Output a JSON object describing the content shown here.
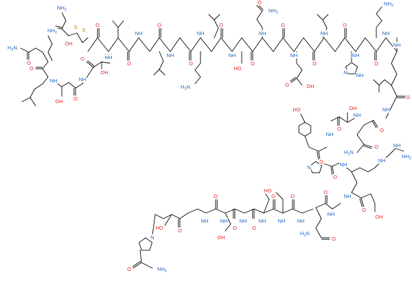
{
  "colors": {
    "bond": "#000000",
    "oxygen": "#e0262a",
    "nitrogen": "#1c64c8",
    "sulfur": "#b58a00",
    "carbon": "#000000"
  },
  "labels": [
    {
      "t": "NH",
      "c": "nitrogen"
    },
    {
      "t": "OH",
      "c": "oxygen"
    },
    {
      "t": "O",
      "c": "oxygen"
    },
    {
      "t": "NH",
      "c": "nitrogen"
    },
    {
      "t": "O",
      "c": "oxygen"
    },
    {
      "t": "S",
      "c": "sulfur"
    },
    {
      "t": "S",
      "c": "sulfur"
    },
    {
      "t": "OH",
      "c": "oxygen"
    },
    {
      "t": "O",
      "c": "oxygen"
    },
    {
      "t": "NH",
      "c": "nitrogen"
    },
    {
      "t": "O",
      "c": "oxygen"
    },
    {
      "t": "NH",
      "c": "nitrogen"
    },
    {
      "t": "O",
      "c": "oxygen"
    },
    {
      "t": "NH",
      "c": "nitrogen"
    },
    {
      "t": "O",
      "c": "oxygen"
    },
    {
      "t": "NH",
      "c": "nitrogen"
    },
    {
      "t": "O",
      "c": "oxygen"
    },
    {
      "t": "NH",
      "c": "nitrogen"
    },
    {
      "t": "O",
      "c": "oxygen"
    },
    {
      "t": "NH",
      "c": "nitrogen"
    },
    {
      "t": "O",
      "c": "oxygen"
    },
    {
      "t": "NH",
      "c": "nitrogen"
    },
    {
      "t": "O",
      "c": "oxygen"
    },
    {
      "t": "NH",
      "c": "nitrogen"
    },
    {
      "t": "O",
      "c": "oxygen"
    },
    {
      "t": "NH",
      "c": "nitrogen"
    },
    {
      "t": "O",
      "c": "oxygen"
    },
    {
      "t": "NH",
      "c": "nitrogen"
    },
    {
      "t": "O",
      "c": "oxygen"
    },
    {
      "t": "NH",
      "c": "nitrogen"
    },
    {
      "t": "O",
      "c": "oxygen"
    },
    {
      "t": "NH",
      "c": "nitrogen"
    },
    {
      "t": "O",
      "c": "oxygen"
    },
    {
      "t": "NH",
      "c": "nitrogen"
    },
    {
      "t": "O",
      "c": "oxygen"
    },
    {
      "t": "NH",
      "c": "nitrogen"
    },
    {
      "t": "O",
      "c": "oxygen"
    },
    {
      "t": "NH",
      "c": "nitrogen"
    },
    {
      "t": "O",
      "c": "oxygen"
    },
    {
      "t": "NH",
      "c": "nitrogen"
    },
    {
      "t": "O",
      "c": "oxygen"
    },
    {
      "t": "NH",
      "c": "nitrogen"
    },
    {
      "t": "O",
      "c": "oxygen"
    },
    {
      "t": "NH",
      "c": "nitrogen"
    },
    {
      "t": "O",
      "c": "oxygen"
    },
    {
      "t": "NH",
      "c": "nitrogen"
    },
    {
      "t": "O",
      "c": "oxygen"
    },
    {
      "t": "NH",
      "c": "nitrogen"
    },
    {
      "t": "O",
      "c": "oxygen"
    },
    {
      "t": "NH",
      "c": "nitrogen"
    },
    {
      "t": "O",
      "c": "oxygen"
    },
    {
      "t": "NH",
      "c": "nitrogen"
    },
    {
      "t": "O",
      "c": "oxygen"
    },
    {
      "t": "NH",
      "c": "nitrogen"
    },
    {
      "t": "O",
      "c": "oxygen"
    },
    {
      "t": "NH",
      "c": "nitrogen"
    },
    {
      "t": "O",
      "c": "oxygen"
    },
    {
      "t": "NH",
      "c": "nitrogen"
    },
    {
      "t": "O",
      "c": "oxygen"
    },
    {
      "t": "NH",
      "c": "nitrogen"
    },
    {
      "t": "O",
      "c": "oxygen"
    },
    {
      "t": "NH",
      "c": "nitrogen"
    },
    {
      "t": "O",
      "c": "oxygen"
    },
    {
      "t": "NH",
      "c": "nitrogen"
    },
    {
      "t": "O",
      "c": "oxygen"
    },
    {
      "t": "NH",
      "c": "nitrogen"
    },
    {
      "t": "O",
      "c": "oxygen"
    },
    {
      "t": "NH",
      "c": "nitrogen"
    },
    {
      "t": "O",
      "c": "oxygen"
    },
    {
      "t": "NH",
      "c": "nitrogen"
    },
    {
      "t": "O",
      "c": "oxygen"
    },
    {
      "t": "NH",
      "c": "nitrogen"
    },
    {
      "t": "O",
      "c": "oxygen"
    },
    {
      "t": "NH",
      "c": "nitrogen"
    },
    {
      "t": "O",
      "c": "oxygen"
    },
    {
      "t": "NH",
      "c": "nitrogen"
    },
    {
      "t": "O",
      "c": "oxygen"
    },
    {
      "t": "NH",
      "c": "nitrogen"
    },
    {
      "t": "O",
      "c": "oxygen"
    },
    {
      "t": "NH",
      "c": "nitrogen"
    },
    {
      "t": "O",
      "c": "oxygen"
    },
    {
      "t": "NH",
      "c": "nitrogen"
    },
    {
      "t": "O",
      "c": "oxygen"
    },
    {
      "t": "NH",
      "c": "nitrogen"
    },
    {
      "t": "O",
      "c": "oxygen"
    },
    {
      "t": "NH",
      "c": "nitrogen"
    },
    {
      "t": "O",
      "c": "oxygen"
    },
    {
      "t": "NH",
      "c": "nitrogen"
    },
    {
      "t": "O",
      "c": "oxygen"
    },
    {
      "t": "NH",
      "c": "nitrogen"
    },
    {
      "t": "O",
      "c": "oxygen"
    },
    {
      "t": "N",
      "c": "nitrogen"
    },
    {
      "t": "NH",
      "c": "nitrogen"
    },
    {
      "t": "NH",
      "c": "nitrogen"
    },
    {
      "t": "O",
      "c": "oxygen"
    },
    {
      "t": "O",
      "c": "oxygen"
    },
    {
      "t": "N",
      "c": "nitrogen"
    },
    {
      "t": "NH",
      "c": "nitrogen"
    },
    {
      "t": "O",
      "c": "oxygen"
    },
    {
      "t": "O",
      "c": "oxygen"
    }
  ],
  "atoms": {
    "nh2": [
      {
        "t": "NH",
        "sub": "2",
        "c": "nitrogen"
      },
      {
        "t": "NH",
        "sub": "2",
        "c": "nitrogen"
      },
      {
        "t": "NH",
        "sub": "2",
        "c": "nitrogen"
      },
      {
        "t": "NH",
        "sub": "2",
        "c": "nitrogen"
      },
      {
        "t": "NH",
        "sub": "2",
        "c": "nitrogen"
      },
      {
        "t": "NH",
        "sub": "2",
        "c": "nitrogen"
      },
      {
        "t": "NH",
        "sub": "2",
        "c": "nitrogen"
      },
      {
        "t": "NH",
        "sub": "2",
        "c": "nitrogen"
      },
      {
        "t": "NH",
        "sub": "2",
        "c": "nitrogen"
      }
    ],
    "h2n": [
      {
        "t": "H",
        "sub": "2",
        "tail": "N",
        "c": "nitrogen"
      },
      {
        "t": "H",
        "sub": "2",
        "tail": "N",
        "c": "nitrogen"
      },
      {
        "t": "H",
        "sub": "2",
        "tail": "N",
        "c": "nitrogen"
      },
      {
        "t": "H",
        "sub": "2",
        "tail": "N",
        "c": "nitrogen"
      }
    ],
    "ho": [
      {
        "t": "HO",
        "c": "oxygen"
      },
      {
        "t": "HO",
        "c": "oxygen"
      },
      {
        "t": "HO",
        "c": "oxygen"
      }
    ],
    "oh": [
      {
        "t": "OH",
        "c": "oxygen"
      },
      {
        "t": "OH",
        "c": "oxygen"
      },
      {
        "t": "OH",
        "c": "oxygen"
      },
      {
        "t": "OH",
        "c": "oxygen"
      },
      {
        "t": "OH",
        "c": "oxygen"
      },
      {
        "t": "OH",
        "c": "oxygen"
      },
      {
        "t": "OH",
        "c": "oxygen"
      },
      {
        "t": "OH",
        "c": "oxygen"
      },
      {
        "t": "OH",
        "c": "oxygen"
      }
    ],
    "n_ring": [
      {
        "t": "N",
        "c": "nitrogen"
      },
      {
        "t": "N",
        "c": "nitrogen"
      },
      {
        "t": "N",
        "c": "nitrogen"
      },
      {
        "t": "N",
        "c": "nitrogen"
      }
    ],
    "hn": [
      {
        "t": "HN",
        "c": "nitrogen"
      },
      {
        "t": "HN",
        "c": "nitrogen"
      }
    ],
    "nh_imid": [
      {
        "t": "NH",
        "c": "nitrogen"
      }
    ],
    "o": [
      {
        "t": "O",
        "c": "oxygen"
      }
    ]
  }
}
